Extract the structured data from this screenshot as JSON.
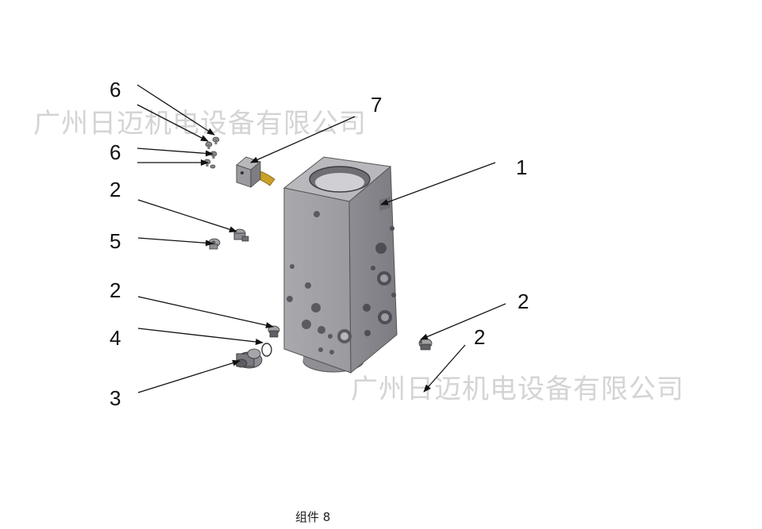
{
  "watermark": {
    "text": "广州日迈机电设备有限公司"
  },
  "callouts": [
    {
      "id": "c6a",
      "label": "6"
    },
    {
      "id": "c6b",
      "label": "6"
    },
    {
      "id": "c7",
      "label": "7"
    },
    {
      "id": "c1",
      "label": "1"
    },
    {
      "id": "c2a",
      "label": "2"
    },
    {
      "id": "c5",
      "label": "5"
    },
    {
      "id": "c2b",
      "label": "2"
    },
    {
      "id": "c4",
      "label": "4"
    },
    {
      "id": "c3",
      "label": "3"
    },
    {
      "id": "c2c",
      "label": "2"
    },
    {
      "id": "c2d",
      "label": "2"
    }
  ],
  "caption": "组件 8",
  "icons": [
    "valve-block-icon",
    "solenoid-connector-icon",
    "screw-icon",
    "plug-icon",
    "o-ring-icon",
    "fitting-icon"
  ]
}
